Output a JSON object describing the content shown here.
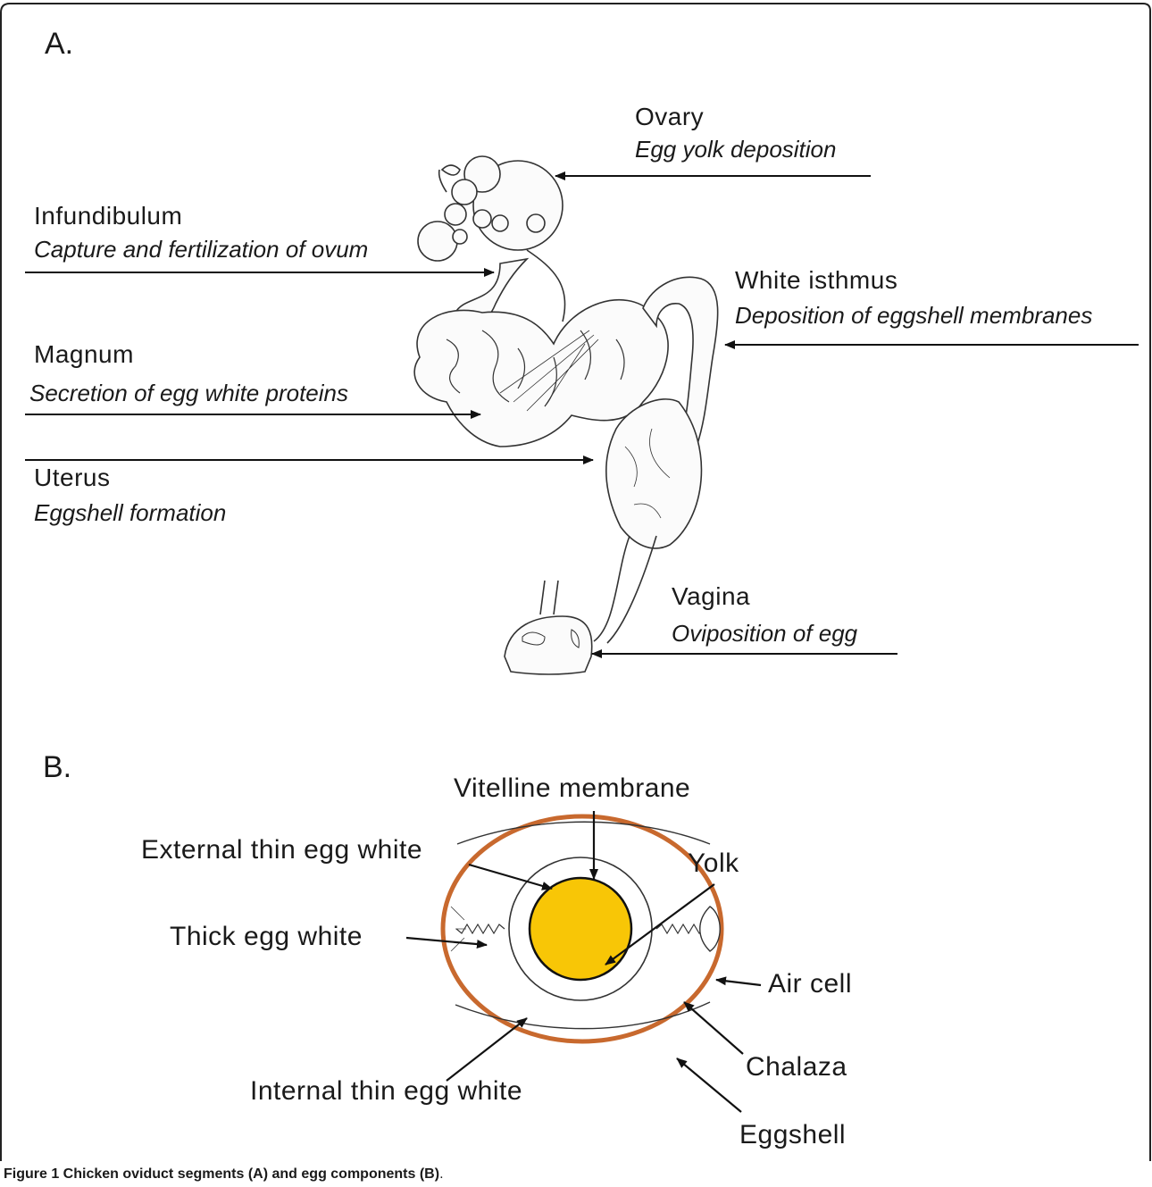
{
  "panel_a": {
    "letter": "A.",
    "segments": {
      "ovary": {
        "name": "Ovary",
        "function": "Egg yolk deposition"
      },
      "infundibulum": {
        "name": "Infundibulum",
        "function": "Capture and fertilization of ovum"
      },
      "white_isthmus": {
        "name": "White isthmus",
        "function": "Deposition of eggshell membranes"
      },
      "magnum": {
        "name": "Magnum",
        "function": "Secretion of egg white proteins"
      },
      "uterus": {
        "name": "Uterus",
        "function": "Eggshell formation"
      },
      "vagina": {
        "name": "Vagina",
        "function": "Oviposition of egg"
      }
    }
  },
  "panel_b": {
    "letter": "B.",
    "labels": {
      "vitelline_membrane": "Vitelline membrane",
      "external_thin_egg_white": "External thin egg white",
      "yolk": "Yolk",
      "thick_egg_white": "Thick egg white",
      "air_cell": "Air cell",
      "chalaza": "Chalaza",
      "internal_thin_egg_white": "Internal thin egg white",
      "eggshell": "Eggshell"
    },
    "colors": {
      "shell": "#c8692e",
      "yolk": "#f8c606"
    }
  },
  "caption": {
    "bold": "Figure 1 Chicken oviduct segments (A) and egg components (B)",
    "rest": "."
  }
}
